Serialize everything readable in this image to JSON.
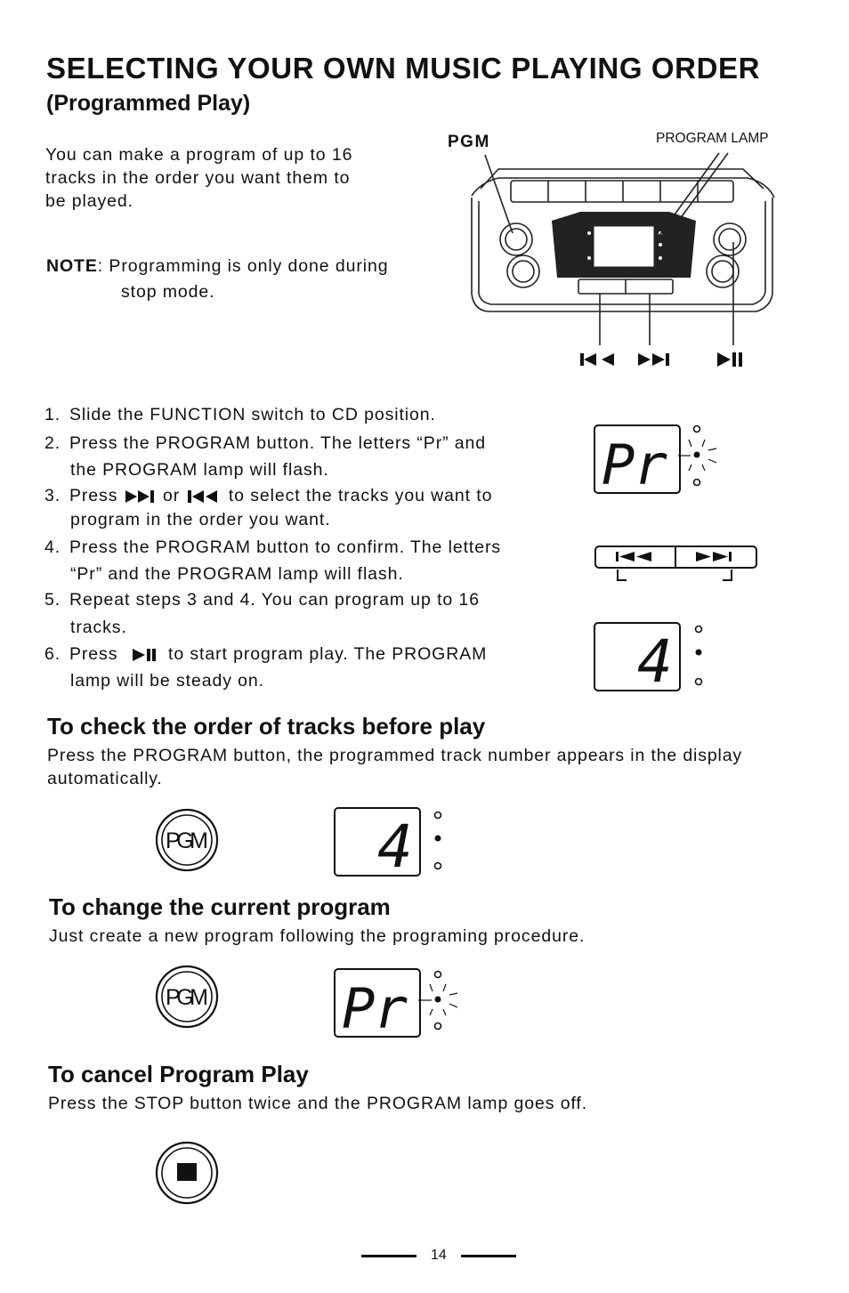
{
  "header": {
    "title": "SELECTING YOUR OWN MUSIC PLAYING ORDER",
    "subtitle": "(Programmed Play)"
  },
  "intro": {
    "line1": "You can make a program of up to 16",
    "line2": "tracks in the order you want them to",
    "line3": "be played.",
    "note_label": "NOTE",
    "note_text1": ": Programming is only done during",
    "note_text2": "stop mode."
  },
  "player_diagram": {
    "pgm_label": "PGM",
    "program_lamp_label": "PROGRAM LAMP",
    "buttons": [
      "skip-back-icon",
      "skip-forward-icon",
      "play-pause-icon"
    ]
  },
  "steps": [
    {
      "num": "1.",
      "text": "Slide the FUNCTION switch to CD position."
    },
    {
      "num": "2.",
      "text": "Press the PROGRAM button. The letters “Pr” and",
      "cont": "the PROGRAM lamp will flash."
    },
    {
      "num": "3.",
      "pre": "Press",
      "mid": "or",
      "post": "to select the tracks you want to",
      "cont": "program in the order you want."
    },
    {
      "num": "4.",
      "text": "Press the PROGRAM button to confirm.  The letters",
      "cont": "“Pr” and the PROGRAM lamp will flash."
    },
    {
      "num": "5.",
      "text": "Repeat steps 3 and 4.  You can program up to 16",
      "cont": "tracks."
    },
    {
      "num": "6.",
      "pre": "Press",
      "post": "to start program play.  The PROGRAM",
      "cont": "lamp will be steady on."
    }
  ],
  "displays": {
    "pr": "Pr",
    "track": "4"
  },
  "check_section": {
    "heading": "To check the order of tracks before play",
    "line1": "Press the PROGRAM button, the programmed track number appears in the display",
    "line2": "automatically.",
    "button_label": "PGM"
  },
  "change_section": {
    "heading": "To change the current program",
    "text": "Just create a new program following the programing procedure.",
    "button_label": "PGM"
  },
  "cancel_section": {
    "heading": "To cancel Program Play",
    "text": "Press the STOP button twice and the PROGRAM lamp goes off."
  },
  "footer": {
    "page_number": "14"
  }
}
